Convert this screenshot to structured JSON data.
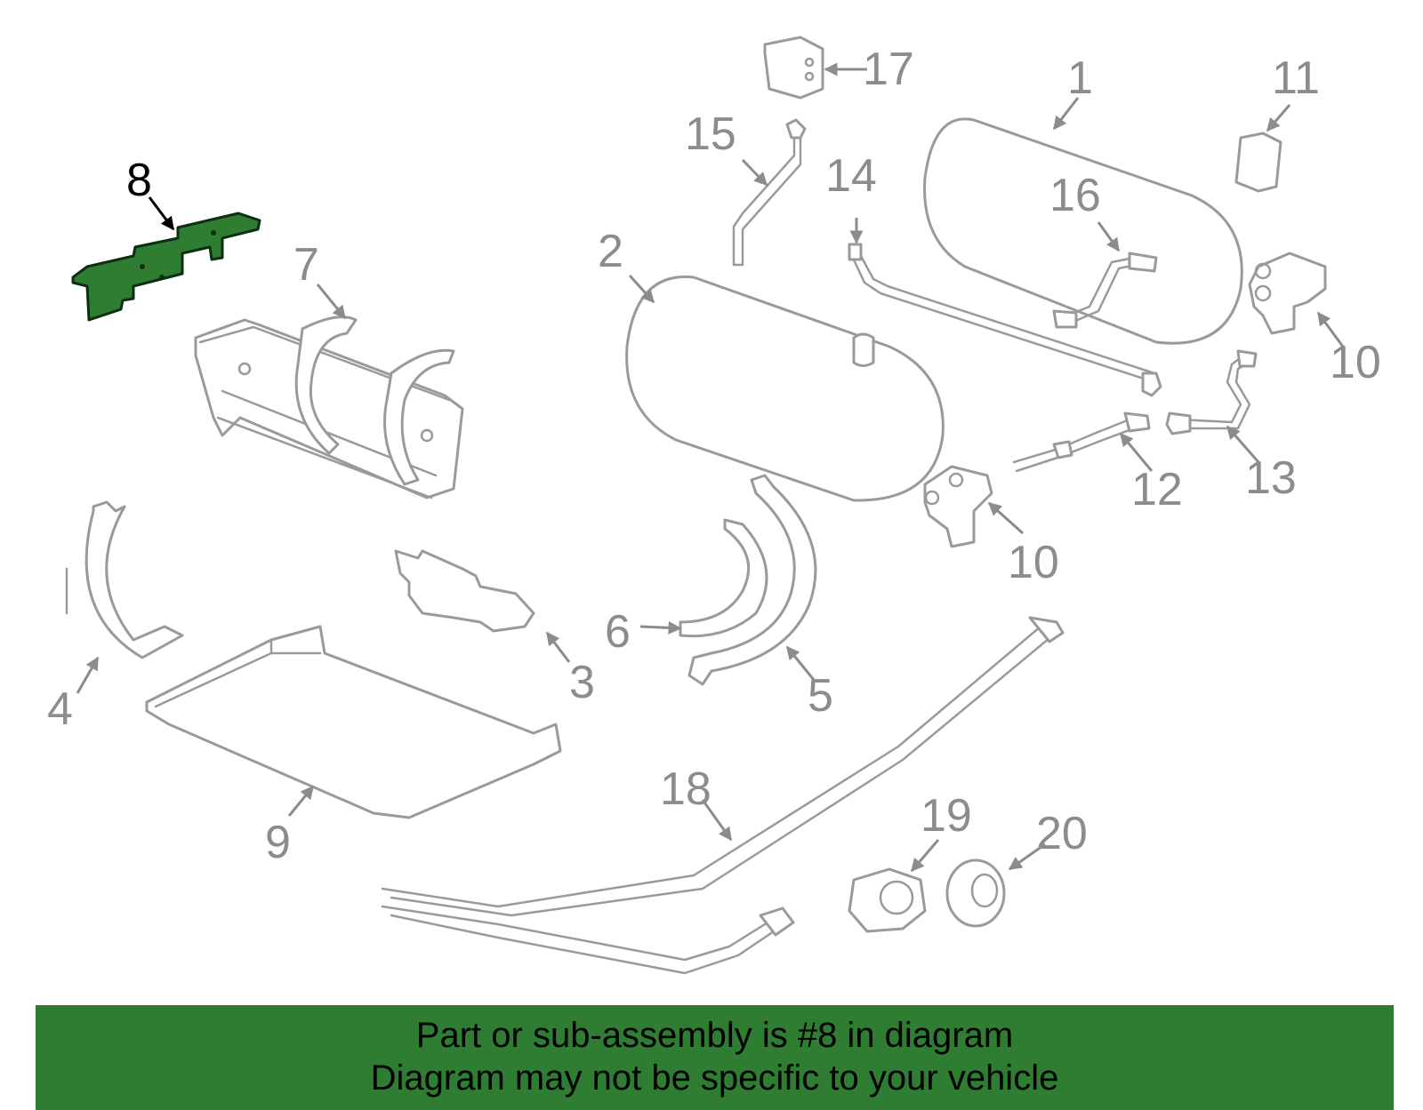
{
  "diagram": {
    "highlighted_part": "8",
    "highlight_color": "#2e7d32",
    "line_color": "#9a9a9a",
    "callouts": [
      "1",
      "2",
      "3",
      "4",
      "5",
      "6",
      "7",
      "8",
      "9",
      "10",
      "10",
      "11",
      "12",
      "13",
      "14",
      "15",
      "16",
      "17",
      "18",
      "19",
      "20"
    ]
  },
  "banner": {
    "line1": "Part or sub-assembly is #8 in diagram",
    "line2": "Diagram may not be specific to your vehicle"
  }
}
